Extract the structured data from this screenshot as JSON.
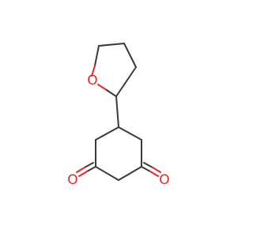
{
  "molecule": {
    "atoms": [
      {
        "symbol": "O",
        "color": "#e8262a"
      },
      {
        "symbol": "O",
        "color": "#e8262a"
      },
      {
        "symbol": "O",
        "color": "#e8262a"
      }
    ]
  }
}
